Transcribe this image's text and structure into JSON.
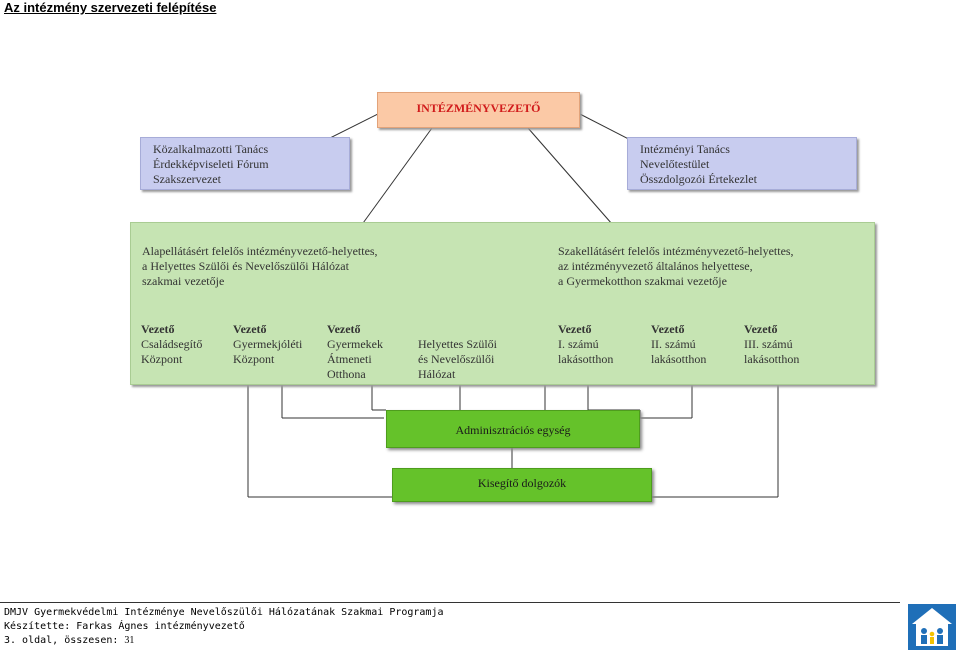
{
  "page_title": "Az intézmény szervezeti felépítése",
  "director": "INTÉZMÉNYVEZETŐ",
  "left_bodies": [
    "Közalkalmazotti Tanács",
    "Érdekképviseleti Fórum",
    "Szakszervezet"
  ],
  "right_bodies": [
    "Intézményi Tanács",
    "Nevelőtestület",
    "Összdolgozói Értekezlet"
  ],
  "deputy_left": [
    "Alapellátásért felelős intézményvezető-helyettes,",
    "a Helyettes Szülői és Nevelőszülői Hálózat",
    "szakmai vezetője"
  ],
  "deputy_right": [
    "Szakellátásért felelős intézményvezető-helyettes,",
    "az intézményvezető általános  helyettese,",
    "a Gyermekotthon szakmai vezetője"
  ],
  "units": [
    {
      "head": "Vezető",
      "lines": [
        "Családsegítő",
        "Központ"
      ]
    },
    {
      "head": "Vezető",
      "lines": [
        "Gyermekjóléti",
        "Központ"
      ]
    },
    {
      "head": "Vezető",
      "lines": [
        "Gyermekek",
        "Átmeneti",
        "Otthona"
      ]
    },
    {
      "head": "",
      "lines": [
        "Helyettes Szülői",
        "és Nevelőszülői",
        "Hálózat"
      ]
    },
    {
      "head": "Vezető",
      "lines": [
        "I. számú",
        "lakásotthon"
      ]
    },
    {
      "head": "Vezető",
      "lines": [
        "II. számú",
        "lakásotthon"
      ]
    },
    {
      "head": "Vezető",
      "lines": [
        "III. számú",
        "lakásotthon"
      ]
    }
  ],
  "admin_unit": "Adminisztrációs egység",
  "helpers": "Kisegítő dolgozók",
  "footer": {
    "program": "DMJV Gyermekvédelmi Intézménye Nevelőszülői Hálózatának Szakmai Programja",
    "author": "Készítette: Farkas Ágnes intézményvezető",
    "page_prefix": "3. oldal, összesen: ",
    "page_total": "31"
  },
  "colors": {
    "director_text": "#d11c1c",
    "blue_box": "#c8ccef",
    "green_box": "#c6e4b3",
    "lime_box": "#65c22a",
    "peach_box": "#fbc9a6"
  },
  "icons": [
    "double-arrow-icon",
    "institution-logo"
  ]
}
